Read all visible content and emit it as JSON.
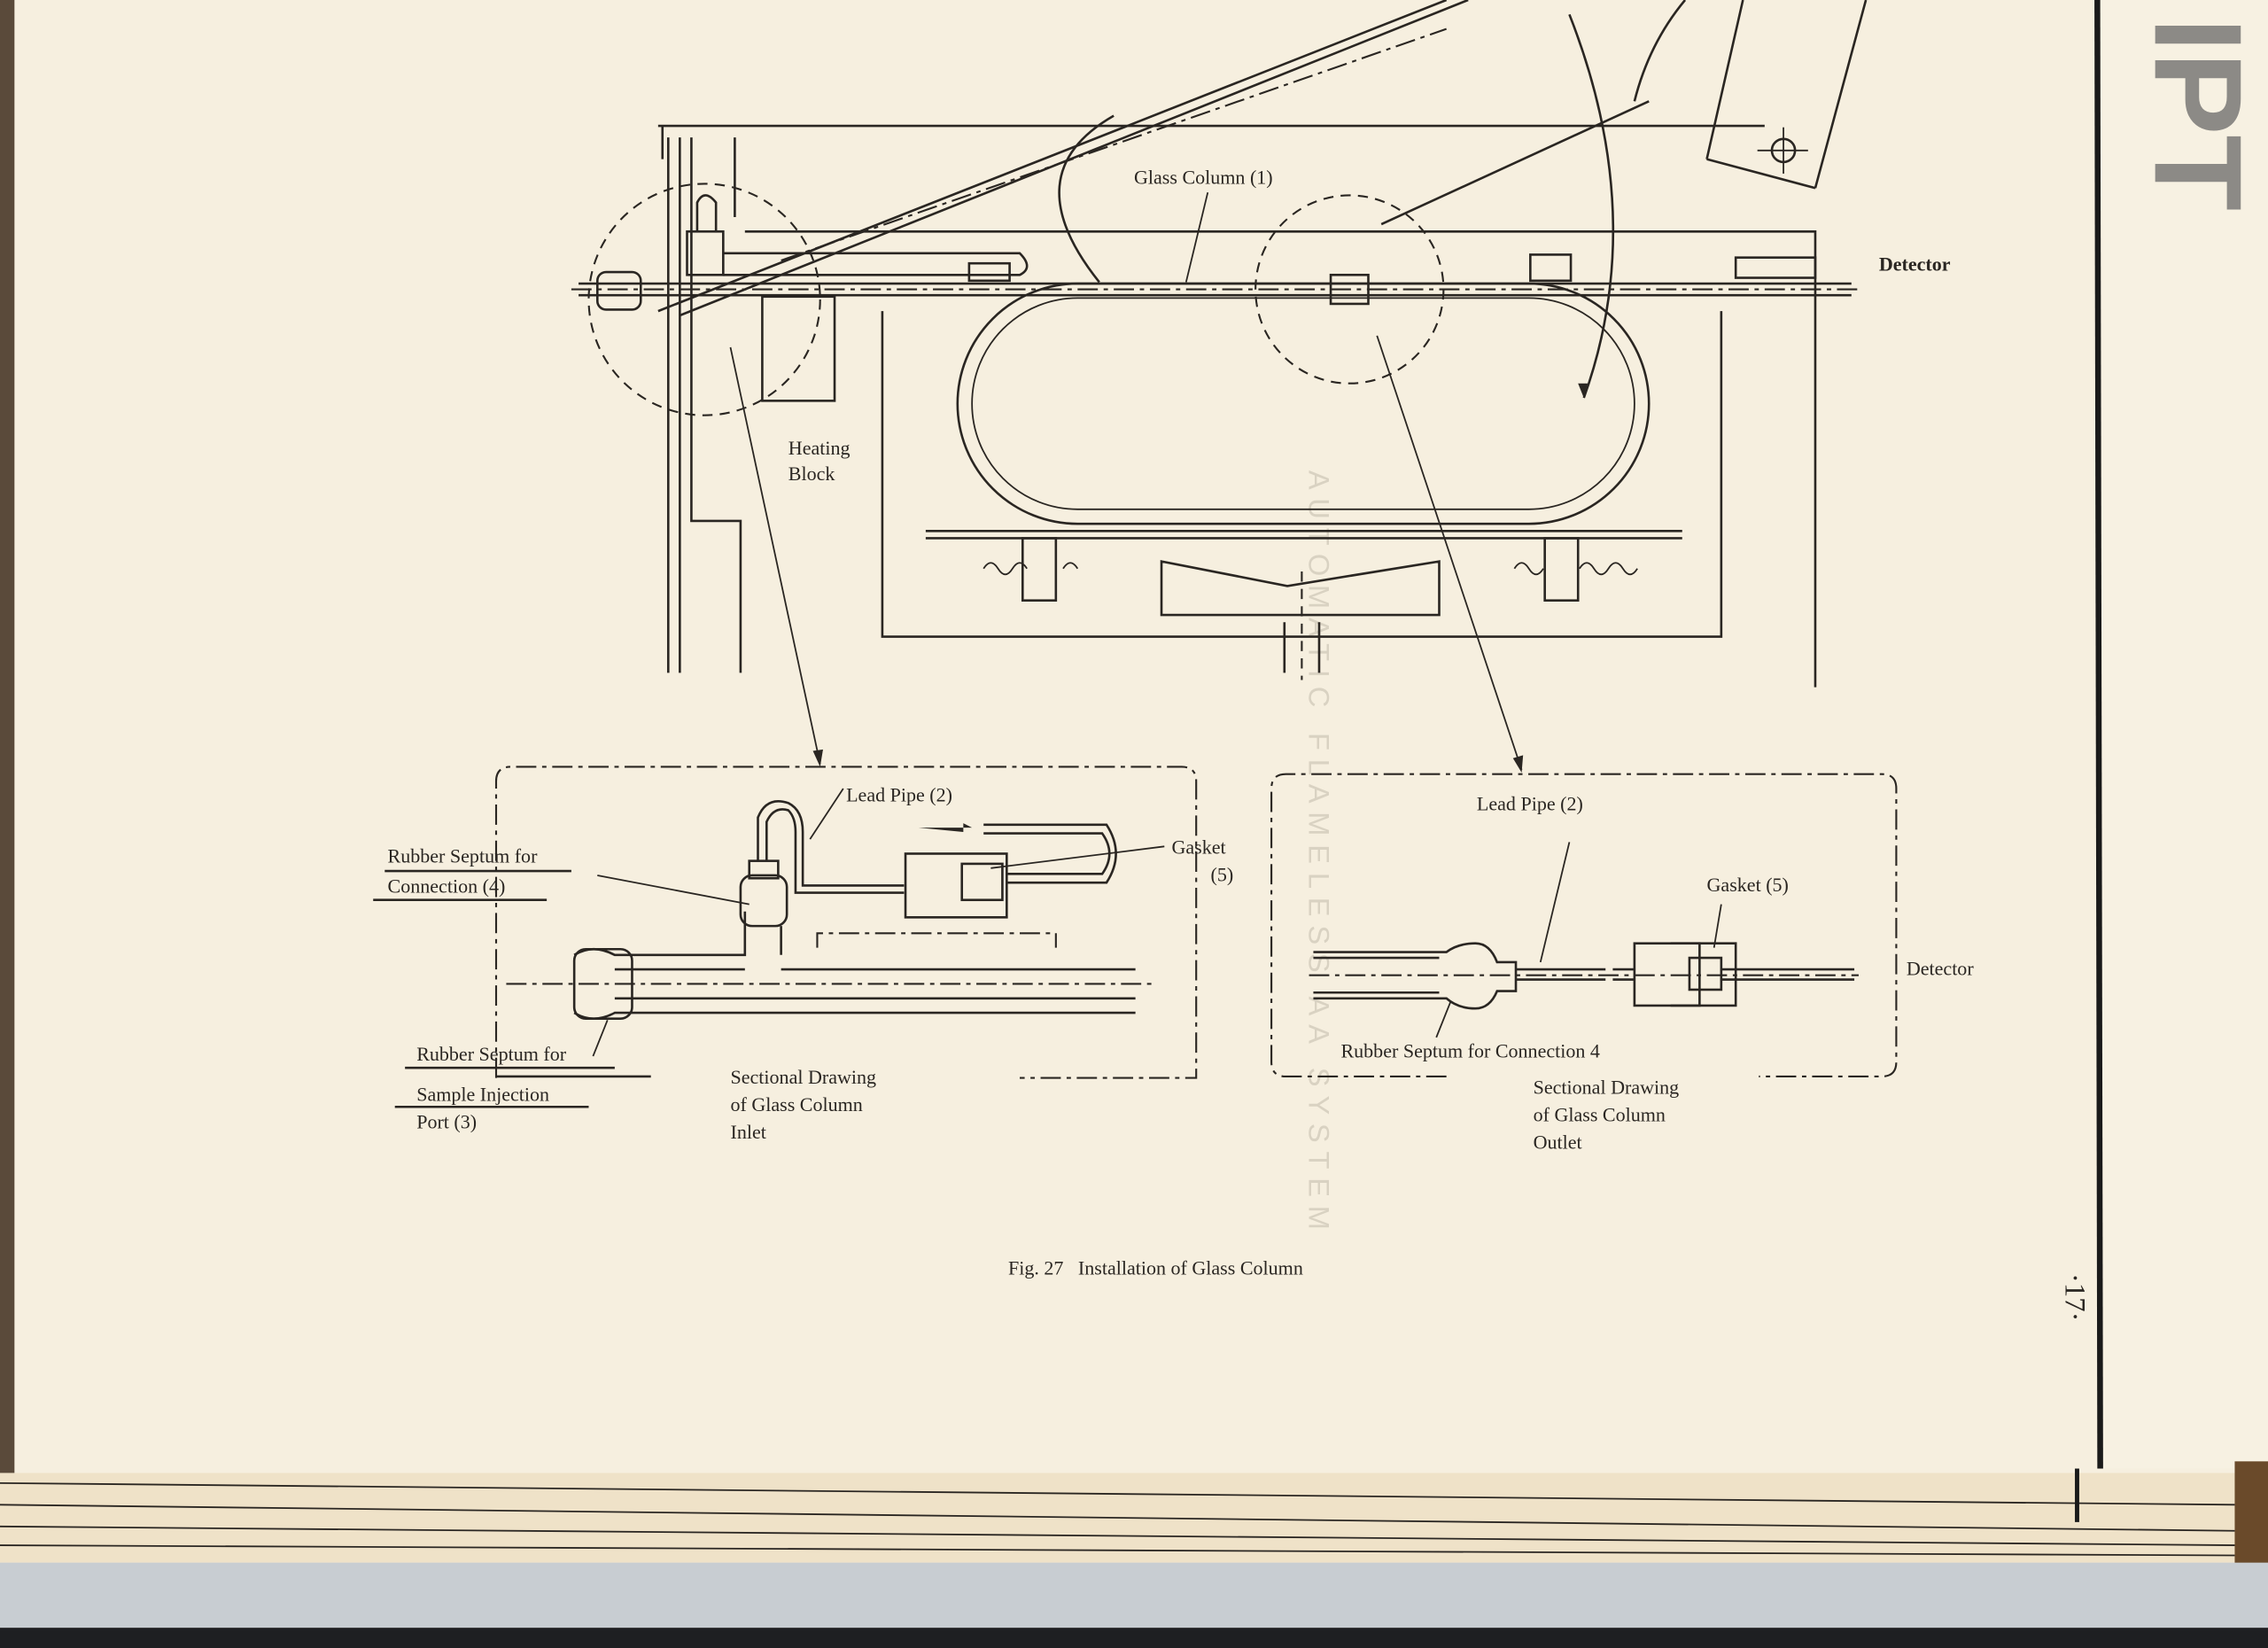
{
  "figure": {
    "caption": "Fig. 27   Installation of Glass Column",
    "page_number": "·17·",
    "next_page_heading": "IPT",
    "bleed_through_text": "AUTOMATIC FLAMELESS AA SYSTEM"
  },
  "main_view": {
    "glass_column": "Glass Column (1)",
    "heating_block_line1": "Heating",
    "heating_block_line2": "Block",
    "detector": "Detector"
  },
  "inlet_detail": {
    "lead_pipe": "Lead Pipe (2)",
    "gasket_line1": "Gasket",
    "gasket_line2": "(5)",
    "septum_connection_line1": "Rubber Septum for",
    "septum_connection_line2": "Connection (4)",
    "septum_injection_line1": "Rubber Septum for",
    "septum_injection_line2": "Sample Injection",
    "septum_injection_line3": "Port (3)",
    "title_line1": "Sectional Drawing",
    "title_line2": "of Glass Column",
    "title_line3": "Inlet"
  },
  "outlet_detail": {
    "lead_pipe": "Lead Pipe (2)",
    "gasket": "Gasket (5)",
    "detector": "Detector",
    "septum_connection": "Rubber Septum for Connection  4",
    "title_line1": "Sectional Drawing",
    "title_line2": "of Glass Column",
    "title_line3": "Outlet"
  }
}
